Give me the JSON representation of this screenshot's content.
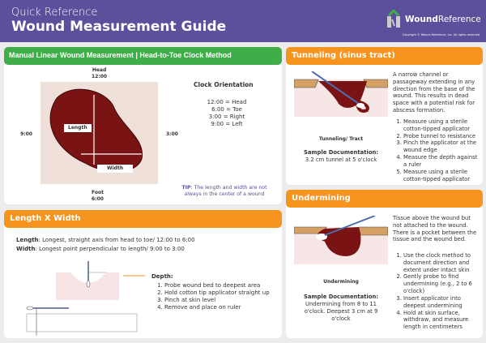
{
  "header": {
    "subtitle": "Quick Reference",
    "title": "Wound Measurement Guide",
    "logo_bold": "Wound",
    "logo_rest": "Reference",
    "copyright": "Copyright © Wound Reference, Inc. All rights reserved"
  },
  "manual": {
    "heading": "Manual Linear Wound Measurement  |  Head-to-Toe Clock Method",
    "head": "Head",
    "twelve": "12:00",
    "foot": "Foot",
    "six": "6:00",
    "nine": "9:00",
    "three": "3:00",
    "length_tag": "Length",
    "width_tag": "Width",
    "clock_title": "Clock Orientation",
    "clock": [
      "12:00 = Head",
      "6:00 = Toe",
      "3:00 = Right",
      "9:00 = Left"
    ],
    "tip_label": "TIP",
    "tip": ":  The length and width are not always in the center of a wound"
  },
  "lxw": {
    "heading": "Length X Width",
    "length_label": "Length",
    "length_text": ": Longest, straight axis from head to toe/ 12:00 to 6:00",
    "width_label": "Width",
    "width_text": ":  Longest point perpendicular to length/ 9:00 to 3:00",
    "depth_title": "Depth:",
    "steps": [
      "Probe wound bed to deepest area",
      "Hold cotton tip applicator straight up",
      "Pinch at skin level",
      "Remove and place on ruler"
    ]
  },
  "tunneling": {
    "heading": "Tunneling (sinus tract)",
    "caption": "Tunneling/ Tract",
    "sample_label": "Sample Documentation:",
    "sample": "3.2 cm tunnel at 5 o'clock",
    "desc": "A narrow channel or passageway extending in any direction from the base of the wound. This results in dead space with a potential risk for abscess formation.",
    "steps": [
      "Measure using a sterile cotton-tipped applicator",
      "Probe tunnel to resistance",
      "Pinch the applicator at the wound edge",
      "Measure the depth against a ruler",
      "Measure using a sterile cotton-tipped applicator"
    ]
  },
  "undermining": {
    "heading": "Undermining",
    "caption": "Undermining",
    "sample_label": "Sample Documentation:",
    "sample": "Undermining from 8 to 11 o'clock.  Deepest 3 cm at 9 o'clock",
    "desc": "Tissue above the wound but not attached to the wound. There is a pocket between the tissue and the wound bed.",
    "steps": [
      "Use the clock method to document direction and extent under intact skin",
      "Gently probe to find undermining (e.g., 2 to 6 o'clock)",
      "Insert applicator into deepest undermining",
      "Hold at skin surface, withdraw, and measure length in centimeters"
    ]
  },
  "colors": {
    "purple": "#5c4f9b",
    "green": "#3fae49",
    "orange": "#f7941d",
    "wound": "#7a1414"
  }
}
